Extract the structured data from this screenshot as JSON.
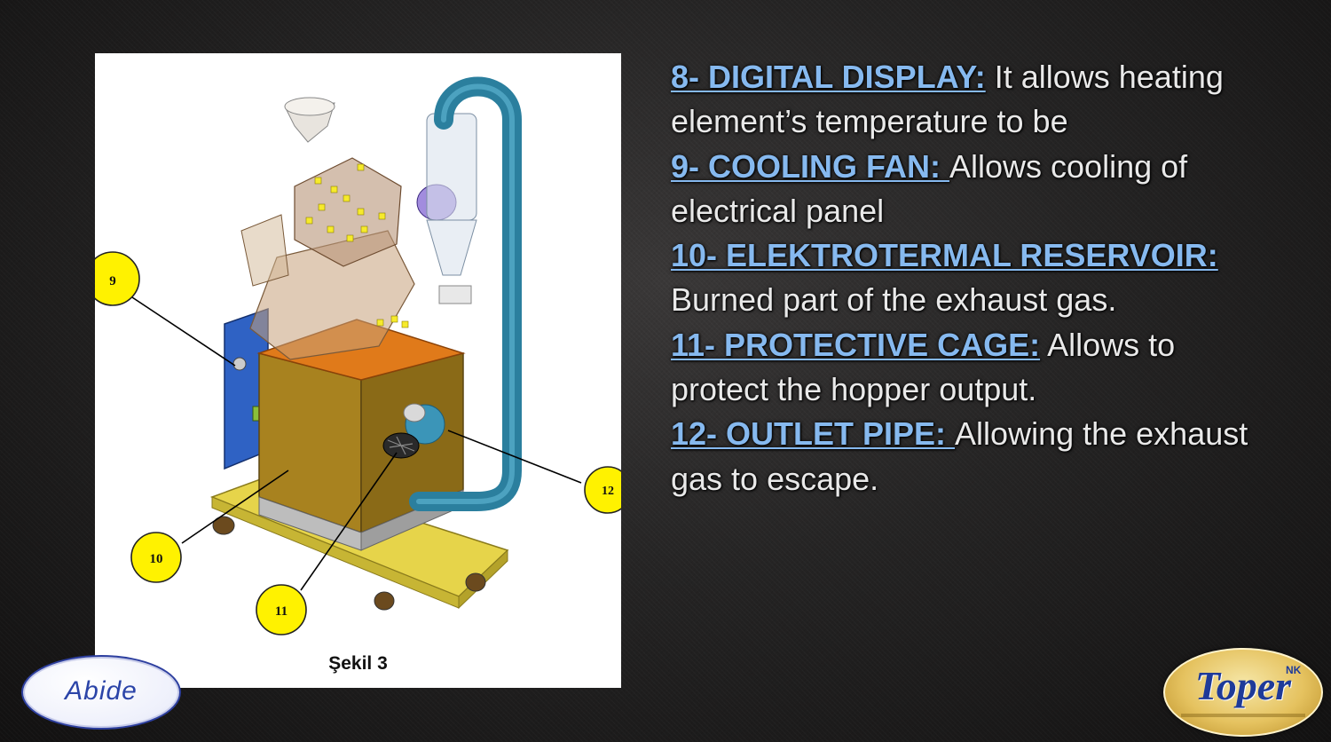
{
  "figure": {
    "caption": "Şekil 3",
    "callouts": [
      "9",
      "10",
      "11",
      "12"
    ]
  },
  "descriptions": [
    {
      "head": "8- DIGITAL  DISPLAY:",
      "text": " It allows heating element’s temperature to be"
    },
    {
      "head": "9- COOLING FAN: ",
      "text": "Allows cooling of electrical panel"
    },
    {
      "head": "10- ELEKTROTERMAL RESERVOIR:",
      "text": " Burned part of the exhaust gas."
    },
    {
      "head": "11- PROTECTIVE CAGE:",
      "text": " Allows to protect the hopper output."
    },
    {
      "head": "12- OUTLET PIPE: ",
      "text": "Allowing the exhaust gas to escape."
    }
  ],
  "logos": {
    "left": "Abide",
    "right": "Toper",
    "right_sup": "NK"
  },
  "colors": {
    "heading": "#86b9ef",
    "body_text": "#e9e9e9",
    "callout_fill": "#fff200",
    "pipe": "#2b7f9e",
    "body_panel": "#9e7a1c",
    "top_panel": "#e07a1a",
    "side_panel": "#2f62c4"
  }
}
